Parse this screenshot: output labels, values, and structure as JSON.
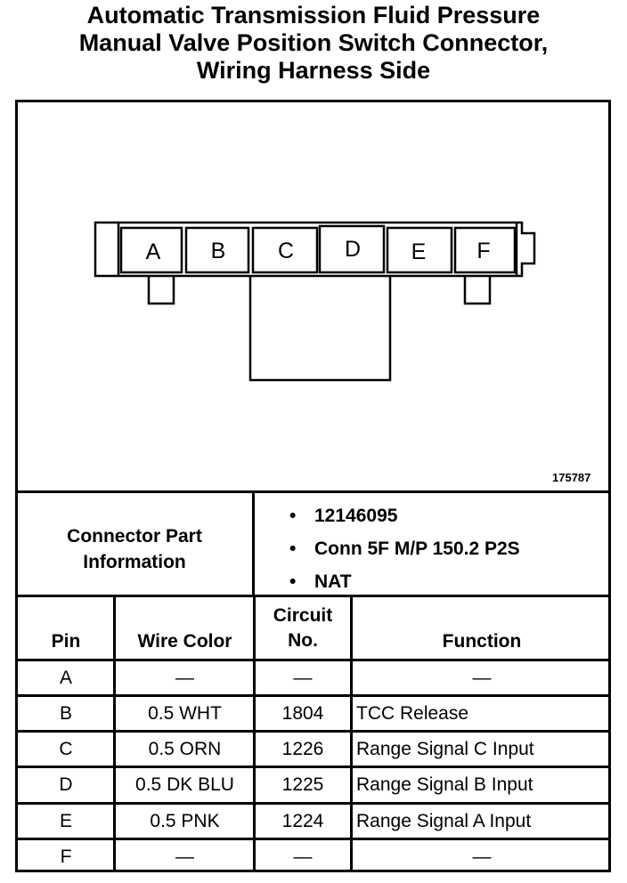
{
  "title": {
    "line1": "Automatic Transmission Fluid Pressure",
    "line2": "Manual Valve Position Switch Connector,",
    "line3": "Wiring Harness Side"
  },
  "diagram": {
    "cavities": [
      "A",
      "B",
      "C",
      "D",
      "E",
      "F"
    ],
    "figure_id": "175787"
  },
  "connector_info": {
    "label_line1": "Connector Part",
    "label_line2": "Information",
    "bullet": "•",
    "items": [
      "12146095",
      "Conn 5F M/P 150.2 P2S",
      "NAT"
    ]
  },
  "table": {
    "headers": {
      "pin": "Pin",
      "wire_color": "Wire Color",
      "circuit_line1": "Circuit",
      "circuit_line2": "No.",
      "function": "Function"
    },
    "rows": [
      {
        "pin": "A",
        "wire": "—",
        "circuit": "—",
        "function": "—"
      },
      {
        "pin": "B",
        "wire": "0.5 WHT",
        "circuit": "1804",
        "function": "TCC Release"
      },
      {
        "pin": "C",
        "wire": "0.5 ORN",
        "circuit": "1226",
        "function": "Range Signal C Input"
      },
      {
        "pin": "D",
        "wire": "0.5 DK BLU",
        "circuit": "1225",
        "function": "Range Signal B Input"
      },
      {
        "pin": "E",
        "wire": "0.5 PNK",
        "circuit": "1224",
        "function": "Range Signal A Input"
      },
      {
        "pin": "F",
        "wire": "—",
        "circuit": "—",
        "function": "—"
      }
    ]
  }
}
